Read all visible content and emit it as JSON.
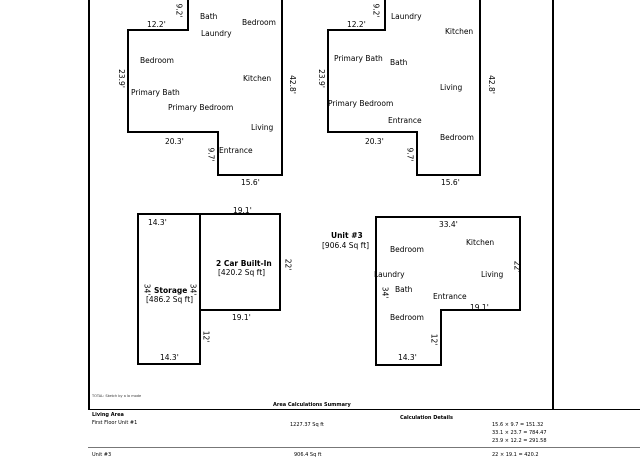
{
  "units_top_left": {
    "dims": {
      "a": "12.2'",
      "b": "9.2'",
      "c": "23.9'",
      "d": "42.8'",
      "e": "20.3'",
      "f": "9.7'",
      "g": "15.6'"
    },
    "rooms": [
      "Bath",
      "Laundry",
      "Bedroom",
      "Bedroom",
      "Primary Bath",
      "Kitchen",
      "Primary Bedroom",
      "Living",
      "Entrance"
    ]
  },
  "units_top_right": {
    "dims": {
      "a": "12.2'",
      "b": "9.2'",
      "c": "23.9'",
      "d": "42.8'",
      "e": "20.3'",
      "f": "9.7'",
      "g": "15.6'"
    },
    "rooms": [
      "Laundry",
      "Kitchen",
      "Primary Bath",
      "Bath",
      "Living",
      "Primary Bedroom",
      "Entrance",
      "Bedroom"
    ]
  },
  "garage": {
    "dims": {
      "top_left": "14.3'",
      "top_right": "19.1'",
      "left": "34'",
      "mid": "34'",
      "right": "22'",
      "mid_bottom": "19.1'",
      "low": "12'",
      "bottom": "14.3'"
    },
    "storage_label": "Storage",
    "storage_area": "[486.2 Sq ft]",
    "garage_label": "2 Car Built-In",
    "garage_area": "[420.2 Sq ft]"
  },
  "unit3": {
    "label": "Unit #3",
    "area": "[906.4 Sq ft]",
    "dims": {
      "top": "33.4'",
      "right": "22'",
      "left": "34'",
      "mid": "19.1'",
      "low": "12'",
      "bottom": "14.3'"
    },
    "rooms": [
      "Bedroom",
      "Kitchen",
      "Laundry",
      "Living",
      "Bath",
      "Entrance",
      "Bedroom"
    ]
  },
  "summary": {
    "note": "TOTAL: Sketch by a la mode",
    "title": "Area Calculations Summary",
    "living_area_label": "Living Area",
    "calc_label": "Calculation Details",
    "rows": [
      {
        "name": "First Floor Unit #1",
        "area": "1227.37 Sq ft"
      },
      {
        "name": "Unit #3",
        "area": "906.4 Sq ft"
      }
    ],
    "calcs": [
      "15.6 × 9.7  =  151.32",
      "33.1 × 23.7  =  784.47",
      "23.9 × 12.2  =  291.58",
      "22 × 19.1  =  420.2"
    ]
  }
}
